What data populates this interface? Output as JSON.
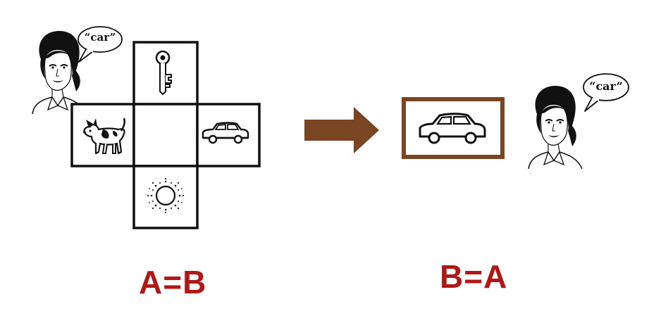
{
  "left_panel": {
    "speaker_word": "“car”",
    "grid_items": [
      "key-icon",
      "dog-icon",
      "car-icon",
      "sun-icon"
    ],
    "caption": "A=B"
  },
  "arrow": {
    "color": "#7a4522"
  },
  "right_panel": {
    "speaker_word": "“car”",
    "selected_item": "car-icon",
    "frame_color": "#7a4522",
    "caption": "B=A"
  }
}
